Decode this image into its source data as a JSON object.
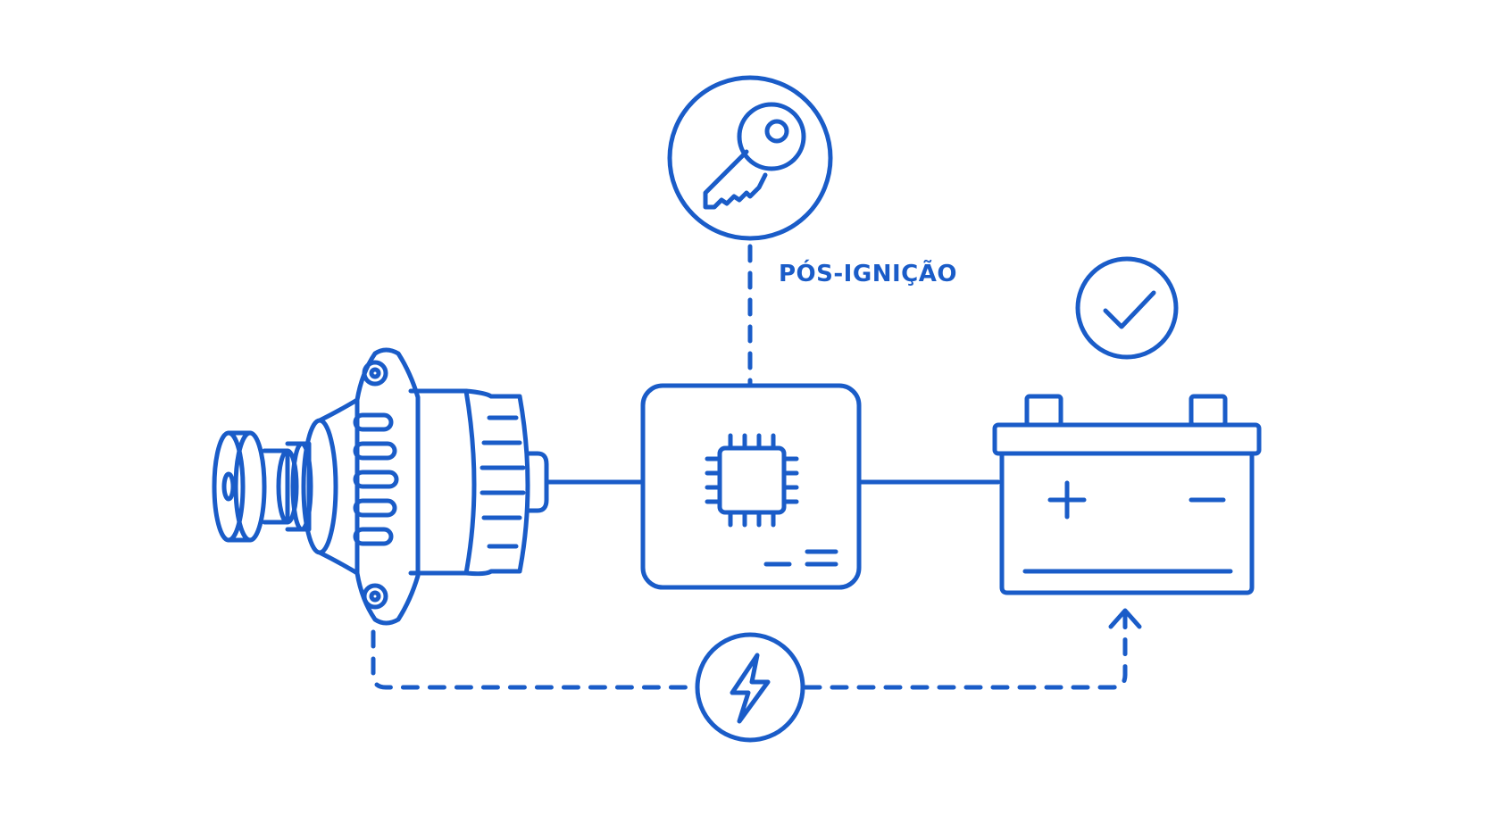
{
  "diagram": {
    "ignition_label": "PÓS-IGNIÇÃO",
    "colors": {
      "primary": "#1a5cc8",
      "background": "#ffffff"
    },
    "nodes": [
      {
        "id": "alternator",
        "icon": "alternator-icon"
      },
      {
        "id": "ignition-key",
        "icon": "key-icon"
      },
      {
        "id": "control-module",
        "icon": "chip-icon"
      },
      {
        "id": "battery",
        "icon": "battery-icon"
      },
      {
        "id": "status",
        "icon": "check-icon"
      },
      {
        "id": "charge-flow",
        "icon": "lightning-icon"
      }
    ],
    "edges": [
      {
        "from": "alternator",
        "to": "control-module",
        "style": "solid"
      },
      {
        "from": "control-module",
        "to": "battery",
        "style": "solid"
      },
      {
        "from": "ignition-key",
        "to": "control-module",
        "style": "dashed"
      },
      {
        "from": "alternator",
        "to": "battery",
        "style": "dashed",
        "via": "charge-flow"
      }
    ]
  }
}
